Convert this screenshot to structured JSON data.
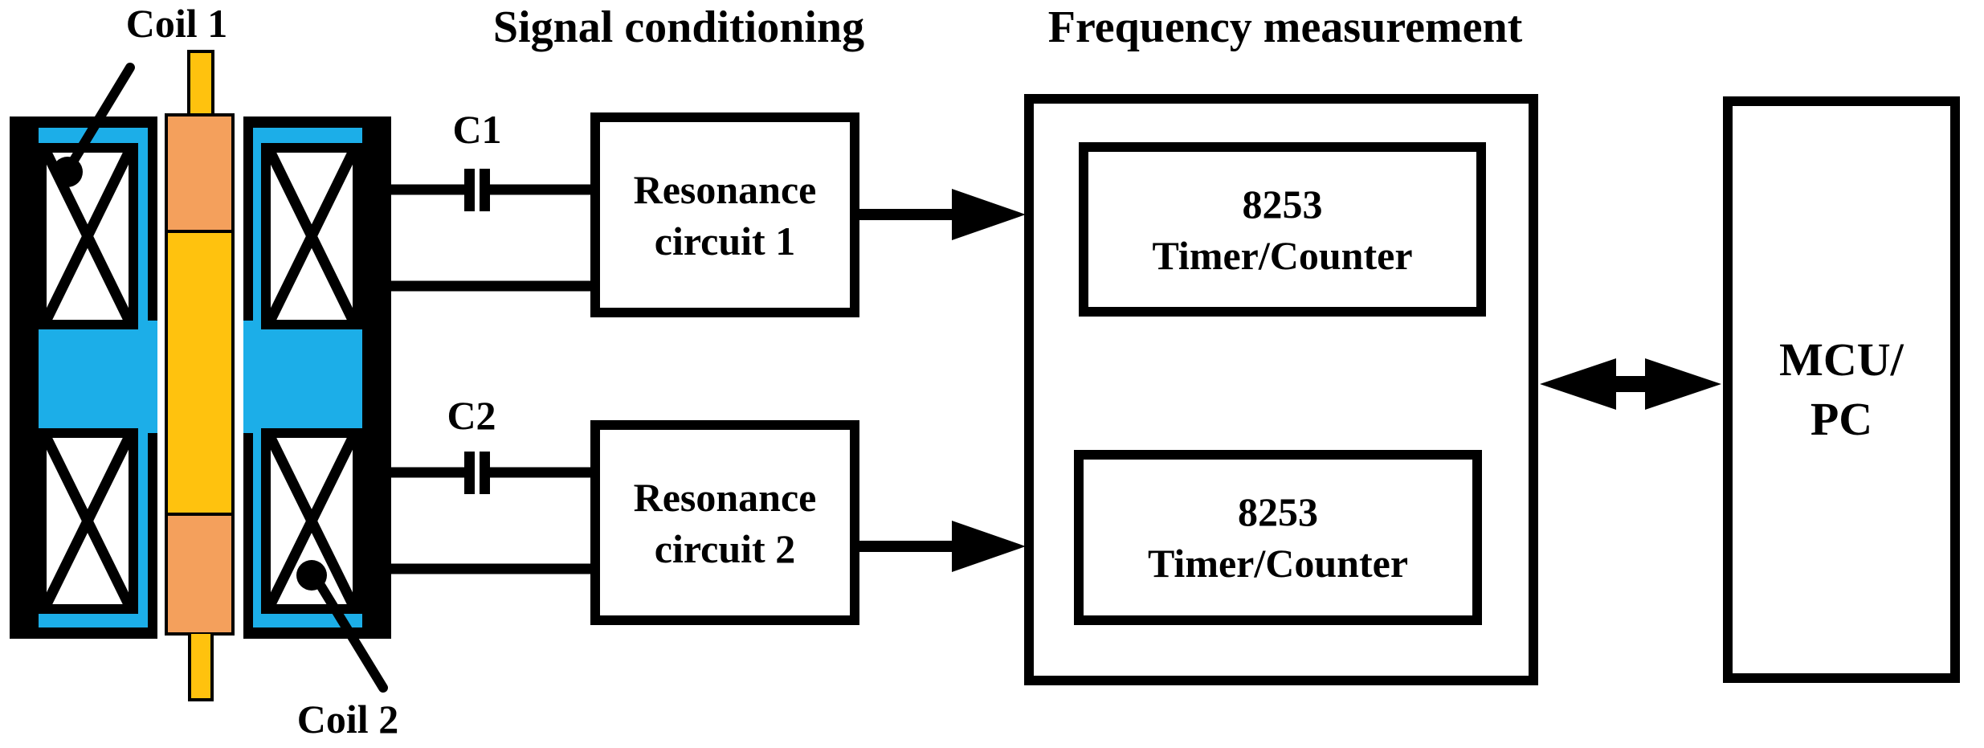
{
  "diagram": {
    "sensor": {
      "coil1_label": "Coil 1",
      "coil2_label": "Coil 2"
    },
    "signal_conditioning": {
      "title": "Signal conditioning",
      "c1_label": "C1",
      "c2_label": "C2",
      "resonance1": {
        "line1": "Resonance",
        "line2": "circuit 1"
      },
      "resonance2": {
        "line1": "Resonance",
        "line2": "circuit 2"
      }
    },
    "frequency_measurement": {
      "title": "Frequency measurement",
      "timer1": {
        "line1": "8253",
        "line2": "Timer/Counter"
      },
      "timer2": {
        "line1": "8253",
        "line2": "Timer/Counter"
      }
    },
    "mcu": {
      "line1": "MCU/",
      "line2": "PC"
    }
  },
  "colors": {
    "cyan": "#1CAEE8",
    "gold": "#FFC20E",
    "orange": "#F4A05C",
    "black": "#000000",
    "white": "#FFFFFF"
  }
}
